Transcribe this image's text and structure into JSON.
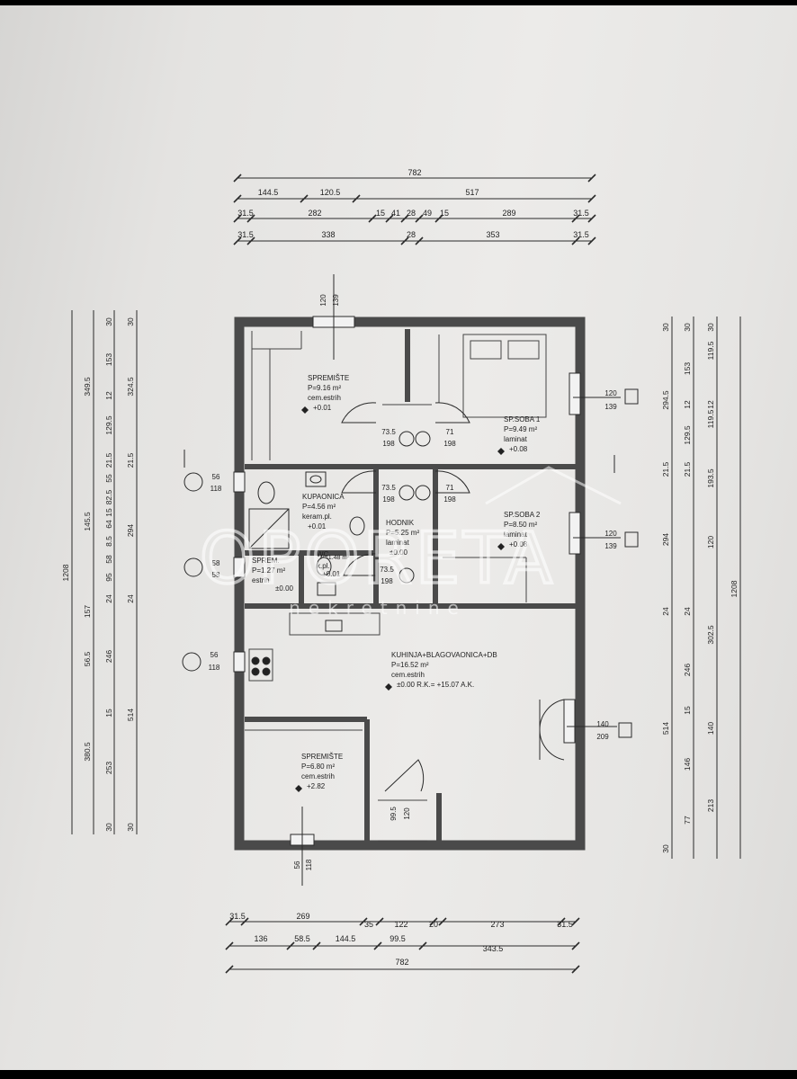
{
  "top_dims": {
    "row1": [
      "782"
    ],
    "row2": [
      "144.5",
      "120.5",
      "517"
    ],
    "row3": [
      "31.5",
      "282",
      "15",
      "41",
      "28",
      "49",
      "15",
      "289",
      "31.5"
    ],
    "row4": [
      "31.5",
      "338",
      "28",
      "353",
      "31.5"
    ]
  },
  "bottom_dims": {
    "row1": [
      "31.5",
      "269",
      "35",
      "122",
      "20",
      "273",
      "31.5"
    ],
    "row2": [
      "136",
      "58.5",
      "144.5",
      "99.5",
      "343.5"
    ],
    "row3": [
      "782"
    ]
  },
  "left_dims": {
    "col1": [
      "1208"
    ],
    "col2": [
      "349.5",
      "145.5",
      "157",
      "56.5",
      "380.5"
    ],
    "col3": [
      "30",
      "153",
      "12",
      "129.5",
      "21.5",
      "55",
      "82.5",
      "15",
      "64",
      "8.5",
      "58",
      "95",
      "24",
      "246",
      "15",
      "253",
      "30"
    ],
    "col4": [
      "30",
      "324.5",
      "21.5",
      "294",
      "24",
      "514",
      "30"
    ]
  },
  "right_dims": {
    "col1": [
      "30",
      "294.5",
      "21.5",
      "294",
      "24",
      "514",
      "30"
    ],
    "col2": [
      "30",
      "153",
      "12",
      "129.5",
      "21.5",
      "24",
      "246",
      "15",
      "146",
      "77"
    ],
    "col3": [
      "30",
      "119.5",
      "12",
      "119.5",
      "193.5",
      "120",
      "302.5",
      "140",
      "213"
    ],
    "col4": [
      "1208"
    ]
  },
  "openings": {
    "top_window": [
      "120",
      "139"
    ],
    "bed1_window": [
      "120",
      "139"
    ],
    "bed2_window": [
      "120",
      "139"
    ],
    "kitchen_door": [
      "140",
      "209"
    ],
    "left_w1": [
      "56",
      "118"
    ],
    "left_w2": [
      "58",
      "58"
    ],
    "left_w3": [
      "56",
      "118"
    ],
    "bottom_window": [
      "56",
      "118"
    ],
    "door_a": [
      "73.5",
      "198"
    ],
    "door_b": [
      "71",
      "198"
    ],
    "door_c": [
      "73.5",
      "198"
    ],
    "door_d": [
      "71",
      "198"
    ],
    "door_e": [
      "73.5",
      "198"
    ],
    "entry": [
      "99.5",
      "120"
    ]
  },
  "rooms": {
    "spremiste_top": {
      "name": "SPREMIŠTE",
      "area": "P=9.16 m²",
      "floor": "cem.estrih",
      "level": "+0.01"
    },
    "bed1": {
      "name": "SP.SOBA 1",
      "area": "P=9.49 m²",
      "floor": "laminat",
      "level": "+0.08"
    },
    "kupaonica": {
      "name": "KUPAONICA",
      "area": "P=4.56 m²",
      "floor": "keram.pl.",
      "level": "+0.01"
    },
    "hodnik": {
      "name": "HODNIK",
      "area": "P=5.25 m²",
      "floor": "laminat",
      "level": "±0.00"
    },
    "bed2": {
      "name": "SP.SOBA 2",
      "area": "P=8.50 m²",
      "floor": "laminat",
      "level": "+0.08"
    },
    "sprem_small": {
      "name": "SPREM.",
      "area": "P=1.27 m²",
      "floor": "estrih",
      "level": "±0.00"
    },
    "wc": {
      "name": "WC",
      "area": "P=1.48 m²",
      "floor": "k.pl.",
      "level": "+0.01"
    },
    "kitchen": {
      "name": "KUHINJA+BLAGOVAONICA+DB",
      "area": "P=16.52 m²",
      "floor": "cem.estrih",
      "level": "±0.00 R.K.= +15.07 A.K."
    },
    "spremiste_bottom": {
      "name": "SPREMIŠTE",
      "area": "P=6.80 m²",
      "floor": "cem.estrih",
      "level": "+2.82"
    }
  },
  "watermark": {
    "brand": "OPORETA",
    "sub": "nekretnine"
  },
  "colors": {
    "wall": "#4a4a4a",
    "line": "#2a2a2a",
    "paper": "#e8e7e5"
  }
}
